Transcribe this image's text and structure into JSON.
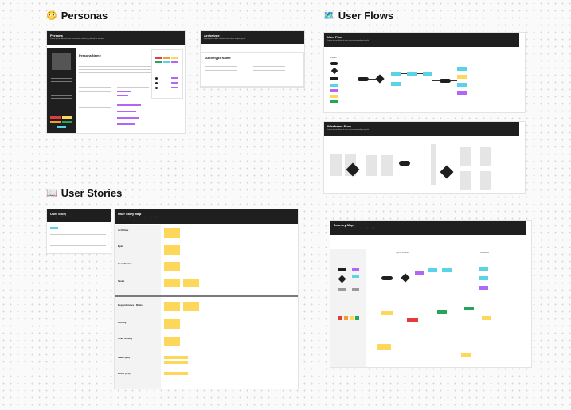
{
  "sections": {
    "personas": {
      "emoji": "😳",
      "title": "Personas"
    },
    "user_flows": {
      "emoji": "🗺️",
      "title": "User Flows"
    },
    "user_stories": {
      "emoji": "📖",
      "title": "User Stories"
    }
  },
  "personas": {
    "frame1_header": "Persona",
    "persona_name": "Persona Name",
    "frame2_header": "Archetype",
    "archetype_name": "Archetype Name"
  },
  "flows": {
    "user_flow_header": "User Flow",
    "wireframe_flow_header": "Wireframe Flow",
    "journey_map_header": "Journey Map",
    "legend_label": "Legend",
    "journey_stage": "Log in / Register",
    "journey_stage2": "Dashboard"
  },
  "stories": {
    "user_story_header": "User Story",
    "story_map_header": "User Story Map",
    "rows": [
      "Activities",
      "Epic",
      "User Stories",
      "Tasks",
      "Dependencies / Risks",
      "Priority",
      "User Testing",
      "Value (est)",
      "Effort (hrs)"
    ]
  }
}
